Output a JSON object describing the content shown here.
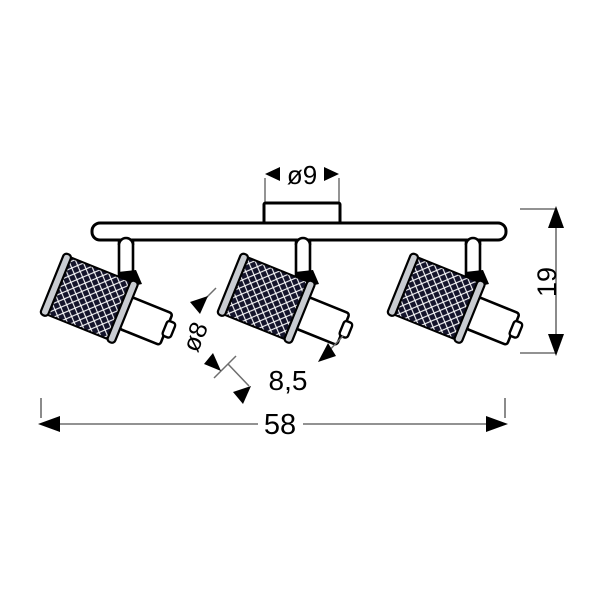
{
  "drawing": {
    "title": "Ceiling spot bar technical drawing",
    "product": "3-light adjustable ceiling spotlight bar",
    "units": "cm",
    "line_color": "#000000",
    "fill_color": "#ffffff",
    "mesh_color": "#1a1a2e",
    "background": "#ffffff"
  },
  "dimensions": {
    "canopy_diameter": {
      "label": "ø9",
      "value": 9,
      "orientation": "horizontal",
      "position": "top-center",
      "applies_to": "ceiling-canopy"
    },
    "shade_diameter": {
      "label": "ø8",
      "value": 8,
      "orientation": "diagonal-rotated",
      "position": "middle-left",
      "applies_to": "lamp-shade"
    },
    "shade_length": {
      "label": "8,5",
      "value": 8.5,
      "orientation": "diagonal",
      "position": "middle-bottom",
      "applies_to": "lamp-shade"
    },
    "overall_height": {
      "label": "19",
      "value": 19,
      "orientation": "vertical-rotated",
      "position": "right",
      "applies_to": "fixture-height"
    },
    "overall_length": {
      "label": "58",
      "value": 58,
      "orientation": "horizontal",
      "position": "bottom",
      "applies_to": "fixture-bar-length"
    }
  },
  "components": {
    "canopy": "ceiling-canopy",
    "rail": "horizontal-mounting-bar",
    "stems": [
      "stem-left",
      "stem-center",
      "stem-right"
    ],
    "heads": [
      "lamp-head-left",
      "lamp-head-center",
      "lamp-head-right"
    ]
  }
}
